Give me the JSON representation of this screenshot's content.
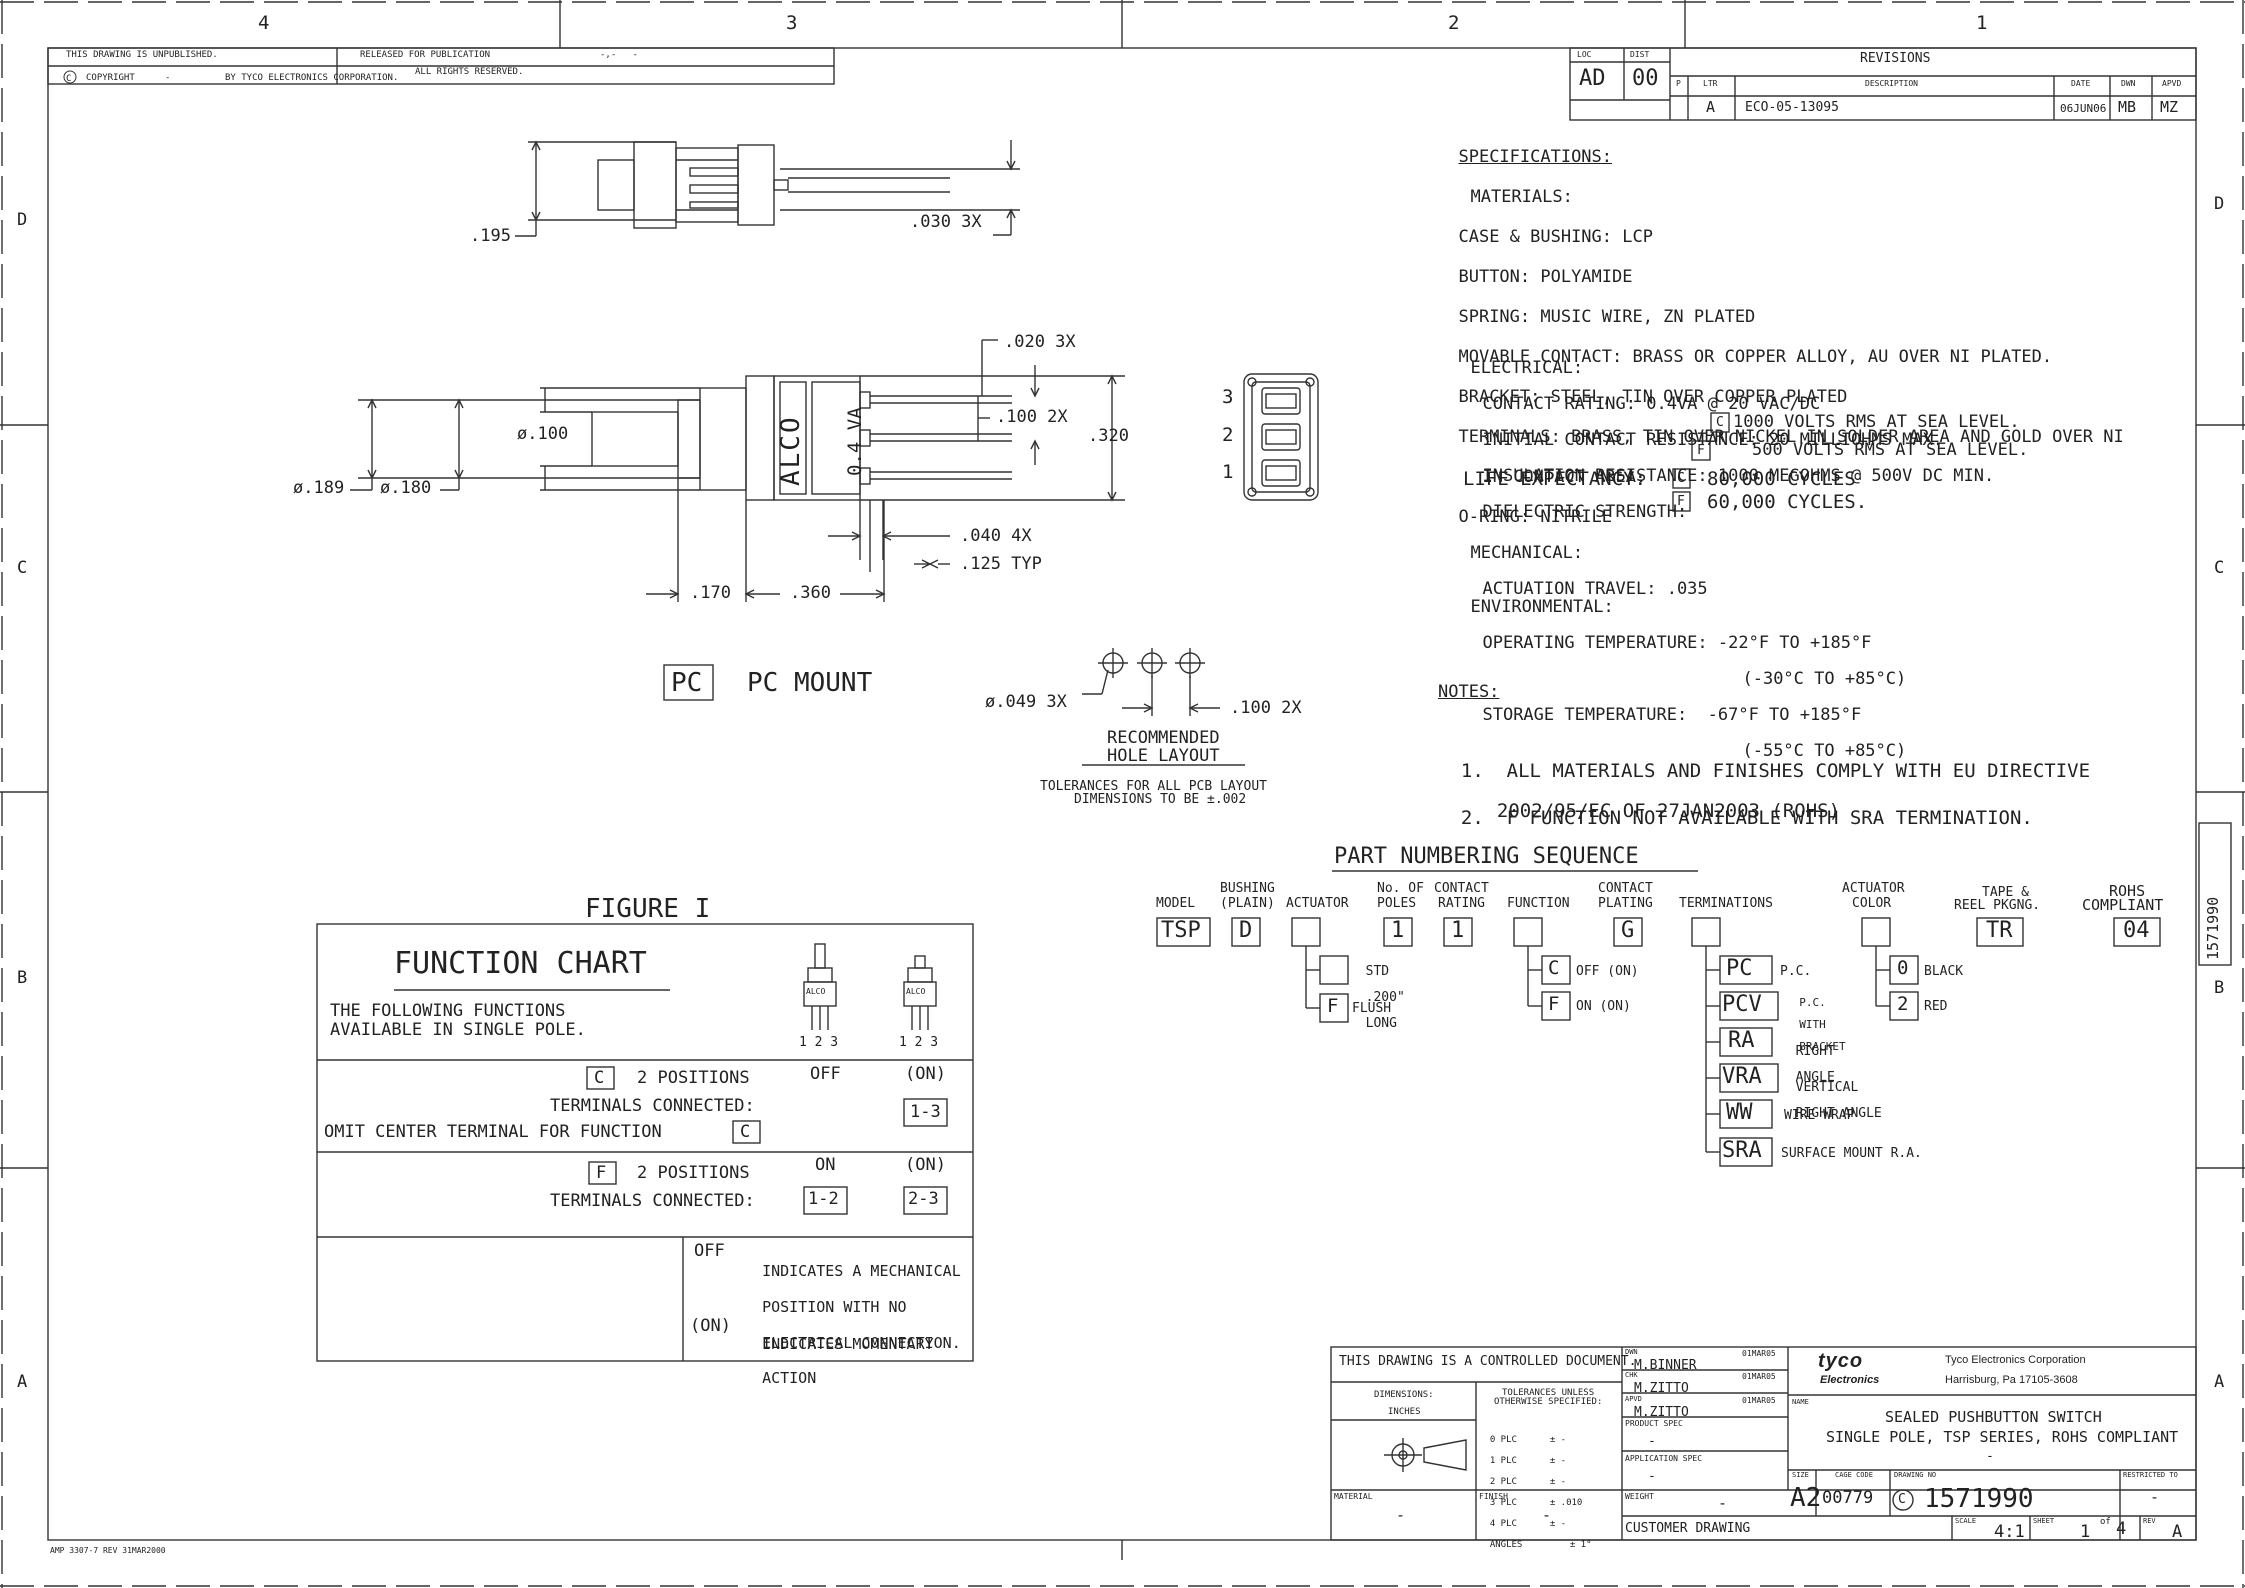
{
  "border": {
    "columns_top": [
      "4",
      "3",
      "2",
      "1"
    ],
    "rows_left": [
      "D",
      "C",
      "B",
      "A"
    ],
    "rows_right": [
      "D",
      "C",
      "B",
      "A"
    ],
    "side_number": "1571990"
  },
  "header": {
    "unpublished": "THIS DRAWING IS UNPUBLISHED.",
    "released": "RELEASED FOR PUBLICATION",
    "released_dashes": "-,-   -",
    "copyright": "COPYRIGHT",
    "copyright_dash": "-",
    "by": "BY TYCO ELECTRONICS CORPORATION.",
    "rights": "ALL RIGHTS RESERVED."
  },
  "revisions": {
    "loc_label": "LOC",
    "loc": "AD",
    "dist_label": "DIST",
    "dist": "00",
    "title": "REVISIONS",
    "col_p": "P",
    "col_ltr": "LTR",
    "col_desc": "DESCRIPTION",
    "col_date": "DATE",
    "col_dwn": "DWN",
    "col_apvd": "APVD",
    "row": {
      "ltr": "A",
      "desc": "ECO-05-13095",
      "date": "06JUN06",
      "dwn": "MB",
      "apvd": "MZ"
    }
  },
  "specs": {
    "heading": "SPECIFICATIONS:",
    "lines": [
      "MATERIALS:",
      "CASE & BUSHING: LCP",
      "BUTTON: POLYAMIDE",
      "SPRING: MUSIC WIRE, ZN PLATED",
      "MOVABLE CONTACT: BRASS OR COPPER ALLOY, AU OVER NI PLATED.",
      "BRACKET: STEEL, TIN OVER COPPER PLATED",
      "TERMINALS: BRASS, TIN OVER NICKEL IN SOLDER AREA AND GOLD OVER NI",
      "IN CONTACT AREA.",
      "O-RING: NITRILE"
    ],
    "electrical_heading": "ELECTRICAL:",
    "electrical": [
      "CONTACT RATING: 0.4VA @ 20 VAC/DC",
      "INITIAL CONTACT RESISTANCE: 20 MILLIOHMS MAX.",
      "INSULATION RESISTANCE: 1000 MEGOHMS @ 500V DC MIN.",
      "DIELECTRIC STRENGTH:"
    ],
    "dielectric_c": "1000 VOLTS RMS AT SEA LEVEL.",
    "dielectric_f": "500 VOLTS RMS AT SEA LEVEL.",
    "life_label": "LIFE EXPECTANCY:",
    "life_c": "80,000 CYCLES",
    "life_f": "60,000 CYCLES.",
    "mechanical_heading": "MECHANICAL:",
    "actuation": "ACTUATION TRAVEL: .035",
    "environmental_heading": "ENVIRONMENTAL:",
    "operating": "OPERATING TEMPERATURE: -22°F TO +185°F",
    "operating_c": "(-30°C TO +85°C)",
    "storage": "STORAGE TEMPERATURE:  -67°F TO +185°F",
    "storage_c": "(-55°C TO +85°C)"
  },
  "notes": {
    "heading": "NOTES:",
    "items": [
      {
        "num": "1.",
        "text": "ALL MATERIALS AND FINISHES COMPLY WITH EU DIRECTIVE",
        "text2": "2002/95/EC OF 27JAN2003 (ROHS)"
      },
      {
        "num": "2.",
        "text": "F FUNCTION NOT AVAILABLE WITH SRA TERMINATION.",
        "text2": ""
      }
    ]
  },
  "letters": {
    "c": "C",
    "f": "F"
  },
  "side_view": {
    "dim_195": ".195",
    "dim_030": ".030 3X"
  },
  "front_view": {
    "dim_020": ".020 3X",
    "dim_100": ".100 2X",
    "dim_320": ".320",
    "dim_d100": "ø.100",
    "dim_d189": "ø.189",
    "dim_d180": "ø.180",
    "dim_040": ".040 4X",
    "dim_125": ".125 TYP",
    "dim_170": ".170",
    "dim_360": ".360",
    "body_brand": "ALCO",
    "body_rating": "0.4 VA",
    "pins": [
      "3",
      "2",
      "1"
    ]
  },
  "pc_mount": {
    "code": "PC",
    "label": "PC MOUNT"
  },
  "hole_layout": {
    "dim_049": "ø.049 3X",
    "dim_100": ".100 2X",
    "title1": "RECOMMENDED",
    "title2": "HOLE LAYOUT",
    "tol1": "TOLERANCES FOR ALL PCB LAYOUT",
    "tol2": "DIMENSIONS TO BE ±.002"
  },
  "figure": {
    "label": "FIGURE I"
  },
  "function_chart": {
    "title": "FUNCTION CHART",
    "intro1": "THE FOLLOWING FUNCTIONS",
    "intro2": "AVAILABLE IN SINGLE POLE.",
    "pin_nums": "1 2 3",
    "switch_label": "ALCO",
    "positions": "2 POSITIONS",
    "terminals": "TERMINALS CONNECTED:",
    "omit": "OMIT CENTER TERMINAL FOR FUNCTION",
    "c_state1": "OFF",
    "c_state2": "(ON)",
    "c_conn": "1-3",
    "f_state1": "ON",
    "f_state2": "(ON)",
    "f_conn1": "1-2",
    "f_conn2": "2-3",
    "legend_off_key": "OFF",
    "legend_off": [
      "INDICATES A MECHANICAL",
      "POSITION WITH NO",
      "ELECTRICAL CONNECTION."
    ],
    "legend_on_key": "(ON)",
    "legend_on": [
      "INDICATES MOMENTARY",
      "ACTION"
    ]
  },
  "part_numbering": {
    "title": "PART NUMBERING SEQUENCE",
    "headers": {
      "model": "MODEL",
      "bushing1": "BUSHING",
      "bushing2": "(PLAIN)",
      "actuator": "ACTUATOR",
      "poles1": "No. OF",
      "poles2": "POLES",
      "rating1": "CONTACT",
      "rating2": "RATING",
      "function": "FUNCTION",
      "plating1": "CONTACT",
      "plating2": "PLATING",
      "terminations": "TERMINATIONS",
      "color1": "ACTUATOR",
      "color2": "COLOR",
      "tape1": "TAPE &",
      "tape2": "REEL PKGNG.",
      "rohs1": "ROHS",
      "rohs2": "COMPLIANT"
    },
    "values": {
      "model": "TSP",
      "bushing": "D",
      "poles": "1",
      "rating": "1",
      "plating": "G",
      "tape": "TR",
      "rohs": "04"
    },
    "actuator_opts": [
      {
        "code": "",
        "l1": "STD",
        "l2": ".200\"",
        "l3": "LONG"
      },
      {
        "code": "F",
        "l1": "FLUSH",
        "l2": "",
        "l3": ""
      }
    ],
    "function_opts": [
      {
        "code": "C",
        "label": "OFF (ON)"
      },
      {
        "code": "F",
        "label": "ON (ON)"
      }
    ],
    "termination_opts": [
      {
        "code": "PC",
        "l1": "P.C.",
        "l2": "",
        "l3": ""
      },
      {
        "code": "PCV",
        "l1": "P.C.",
        "l2": "WITH",
        "l3": "BRACKET"
      },
      {
        "code": "RA",
        "l1": "RIGHT",
        "l2": "ANGLE",
        "l3": ""
      },
      {
        "code": "VRA",
        "l1": "VERTICAL",
        "l2": "RIGHT ANGLE",
        "l3": ""
      },
      {
        "code": "WW",
        "l1": "WIRE WRAP",
        "l2": "",
        "l3": ""
      },
      {
        "code": "SRA",
        "l1": "SURFACE MOUNT R.A.",
        "l2": "",
        "l3": ""
      }
    ],
    "color_opts": [
      {
        "code": "0",
        "label": "BLACK"
      },
      {
        "code": "2",
        "label": "RED"
      }
    ]
  },
  "title_block": {
    "controlled": "THIS DRAWING IS A CONTROLLED DOCUMENT.",
    "dimensions_label": "DIMENSIONS:",
    "dimensions_unit": "INCHES",
    "tol_heading1": "TOLERANCES UNLESS",
    "tol_heading2": "OTHERWISE SPECIFIED:",
    "tol_rows": [
      {
        "plc": "0 PLC",
        "val": "± -"
      },
      {
        "plc": "1 PLC",
        "val": "± -"
      },
      {
        "plc": "2 PLC",
        "val": "± -"
      },
      {
        "plc": "3 PLC",
        "val": "± .010"
      },
      {
        "plc": "4 PLC",
        "val": "± -"
      },
      {
        "plc": "ANGLES",
        "val": "± 1°"
      }
    ],
    "material_label": "MATERIAL",
    "material": "-",
    "finish_label": "FINISH",
    "finish": "-",
    "dwn_label": "DWN",
    "dwn": "M.BINNER",
    "dwn_date": "01MAR05",
    "chk_label": "CHK",
    "chk": "M.ZITTO",
    "chk_date": "01MAR05",
    "apvd_label": "APVD",
    "apvd": "M.ZITTO",
    "apvd_date": "01MAR05",
    "product_spec_label": "PRODUCT SPEC",
    "product_spec": "-",
    "app_spec_label": "APPLICATION SPEC",
    "app_spec": "-",
    "weight_label": "WEIGHT",
    "weight": "-",
    "customer": "CUSTOMER DRAWING",
    "logo1": "tyco",
    "logo2": "Electronics",
    "company": "Tyco Electronics Corporation",
    "address": "Harrisburg, Pa 17105-3608",
    "name_label": "NAME",
    "name1": "SEALED PUSHBUTTON SWITCH",
    "name2": "SINGLE POLE, TSP SERIES, ROHS COMPLIANT",
    "name3": "-",
    "size_label": "SIZE",
    "size": "A2",
    "cage_label": "CAGE CODE",
    "cage": "00779",
    "dwg_label": "DRAWING NO",
    "dwg_prefix": "C",
    "dwg": "1571990",
    "restricted_label": "RESTRICTED TO",
    "restricted": "-",
    "scale_label": "SCALE",
    "scale": "4:1",
    "sheet_label": "SHEET",
    "sheet": "1",
    "of_label": "of",
    "sheet_total": "4",
    "rev_label": "REV",
    "rev": "A"
  },
  "footer": "AMP 3307-7 REV 31MAR2000"
}
